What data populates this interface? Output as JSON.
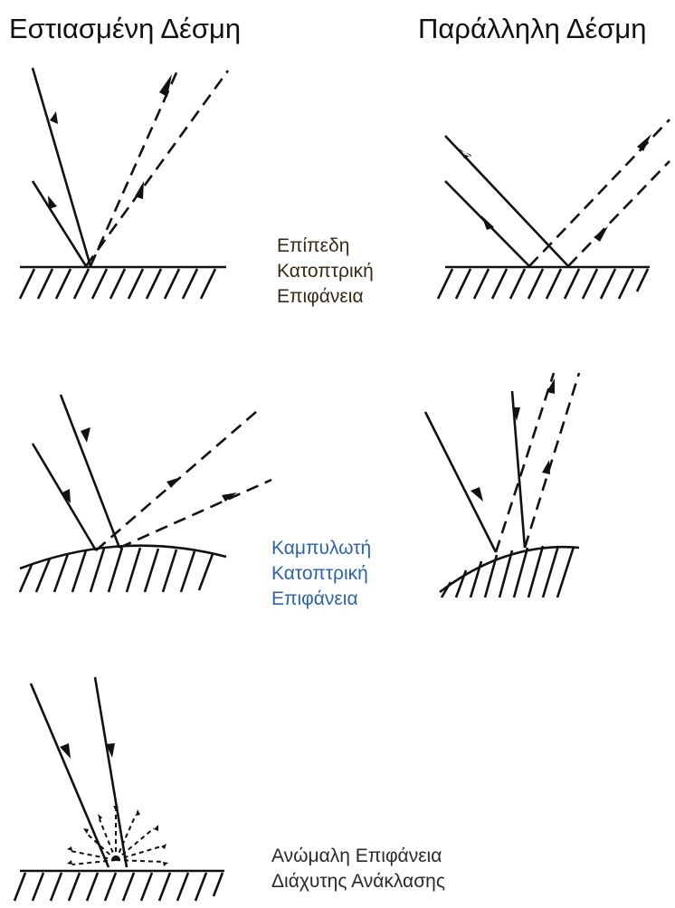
{
  "headings": {
    "focused_beam": "Εστιασμένη Δέσμη",
    "parallel_beam": "Παράλληλη Δέσμη"
  },
  "labels": {
    "flat": [
      "Επίπεδη",
      "Κατοπτρική",
      "Επιφάνεια"
    ],
    "curved": [
      "Καμπυλωτή",
      "Κατοπτρική",
      "Επιφάνεια"
    ],
    "rough": [
      "Ανώμαλη Επιφάνεια",
      "Διάχυτης Ανάκλασης"
    ]
  },
  "colors": {
    "line": "#111111",
    "flat_label": "#3a2a14",
    "curved_label": "#2a64b0",
    "rough_label": "#2a2a2a"
  }
}
